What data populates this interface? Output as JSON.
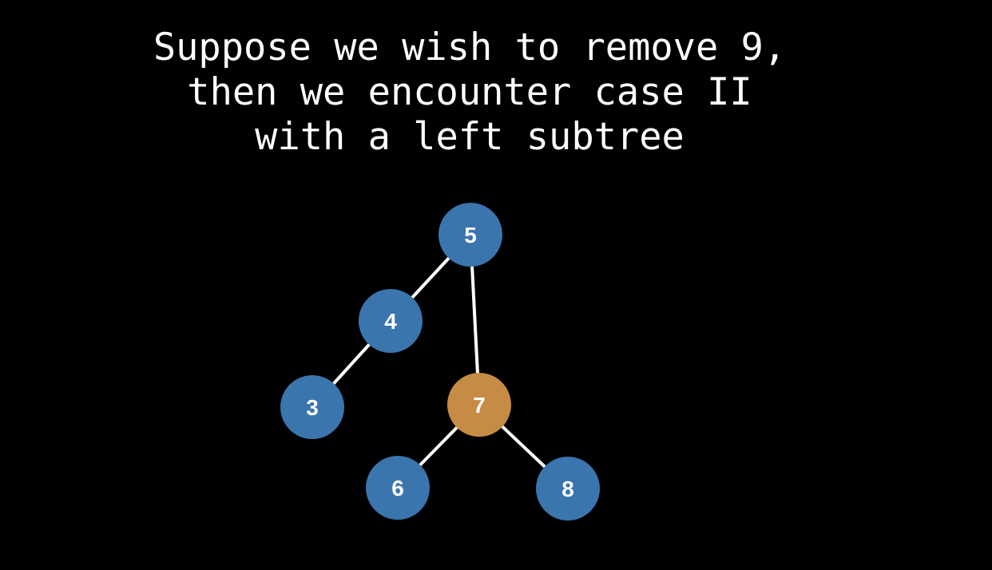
{
  "caption": {
    "lines": [
      "Suppose we wish to remove 9,",
      "then we encounter case II",
      "with a left subtree"
    ]
  },
  "colors": {
    "node": "#3a75ae",
    "highlight": "#c68b45",
    "edge": "#ffffff"
  },
  "tree": {
    "nodes": [
      {
        "id": "5",
        "label": "5",
        "highlighted": false
      },
      {
        "id": "4",
        "label": "4",
        "highlighted": false
      },
      {
        "id": "3",
        "label": "3",
        "highlighted": false
      },
      {
        "id": "7",
        "label": "7",
        "highlighted": true
      },
      {
        "id": "6",
        "label": "6",
        "highlighted": false
      },
      {
        "id": "8",
        "label": "8",
        "highlighted": false
      }
    ],
    "edges": [
      [
        "5",
        "4"
      ],
      [
        "4",
        "3"
      ],
      [
        "5",
        "7"
      ],
      [
        "7",
        "6"
      ],
      [
        "7",
        "8"
      ]
    ]
  }
}
